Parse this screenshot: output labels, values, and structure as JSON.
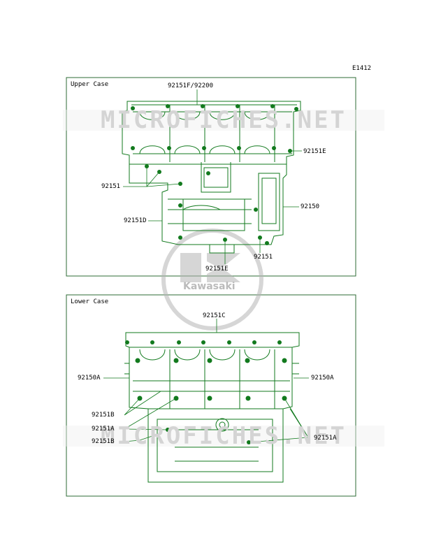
{
  "diagram_id": "E1412",
  "panels": {
    "upper": {
      "title": "Upper Case",
      "labels": {
        "a": "92151F/92200",
        "b": "92151E",
        "c": "92151",
        "d": "92150",
        "e": "92151D",
        "f": "92151",
        "g": "92151E"
      }
    },
    "lower": {
      "title": "Lower Case",
      "labels": {
        "a": "92151C",
        "b": "92150A",
        "c": "92150A",
        "d": "92151B",
        "e": "92151A",
        "f": "92151B",
        "g": "92151A"
      }
    }
  },
  "watermark": {
    "site": "MICROFICHES.NET",
    "brand": "Kawasaki"
  },
  "colors": {
    "diagram_line": "#127a1e",
    "frame": "#2e6b35",
    "watermark": "#cfcfcf",
    "logo": "#bfbfbf"
  }
}
